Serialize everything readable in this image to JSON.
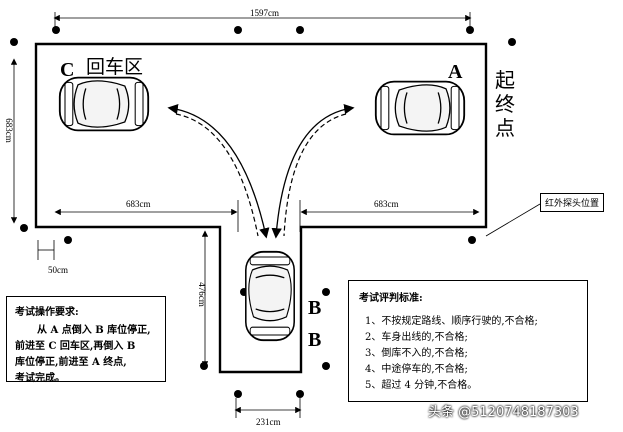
{
  "dimensions": {
    "total_width": "1597cm",
    "height": "683cm",
    "left_span": "683cm",
    "right_span": "683cm",
    "offset": "50cm",
    "garage_depth": "476cm",
    "garage_width": "231cm"
  },
  "points": {
    "c_letter": "C",
    "c_name": "回车区",
    "a_letter": "A",
    "a_name": "起终点",
    "b_upper": "B",
    "b_lower": "B"
  },
  "sensor_label": "红外探头位置",
  "operation_box": {
    "title": "考试操作要求:",
    "lines": [
      "从 A 点倒入 B 库位停正,",
      "前进至 C 回车区,再倒入 B",
      "库位停正,前进至 A 终点,",
      "考试完成。"
    ]
  },
  "criteria_box": {
    "title": "考试评判标准:",
    "items": [
      "1、不按规定路线、顺序行驶的,不合格;",
      "2、车身出线的,不合格;",
      "3、倒库不入的,不合格;",
      "4、中途停车的,不合格;",
      "5、超过 4 分钟,不合格。"
    ]
  },
  "watermark": "头条 @5120748187303"
}
